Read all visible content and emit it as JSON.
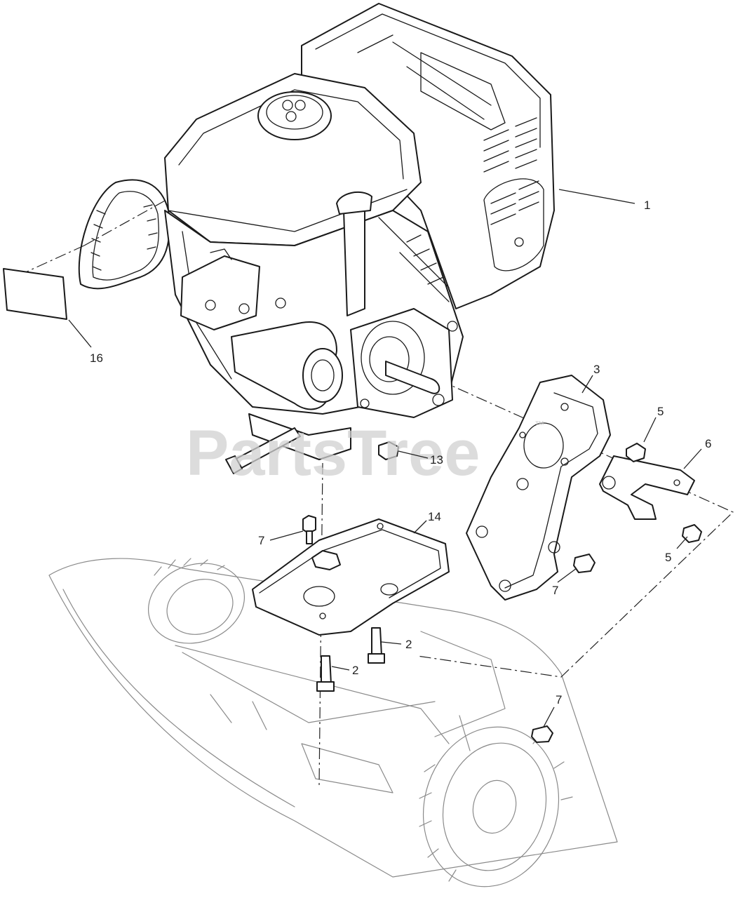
{
  "watermark": {
    "text": "PartsTree",
    "trademark": "™"
  },
  "callouts": [
    {
      "id": "c1",
      "label": "1"
    },
    {
      "id": "c16",
      "label": "16"
    },
    {
      "id": "c3",
      "label": "3"
    },
    {
      "id": "c5a",
      "label": "5"
    },
    {
      "id": "c6",
      "label": "6"
    },
    {
      "id": "c13",
      "label": "13"
    },
    {
      "id": "c14",
      "label": "14"
    },
    {
      "id": "c7a",
      "label": "7"
    },
    {
      "id": "c5b",
      "label": "5"
    },
    {
      "id": "c7b",
      "label": "7"
    },
    {
      "id": "c2a",
      "label": "2"
    },
    {
      "id": "c2b",
      "label": "2"
    },
    {
      "id": "c7c",
      "label": "7"
    }
  ]
}
